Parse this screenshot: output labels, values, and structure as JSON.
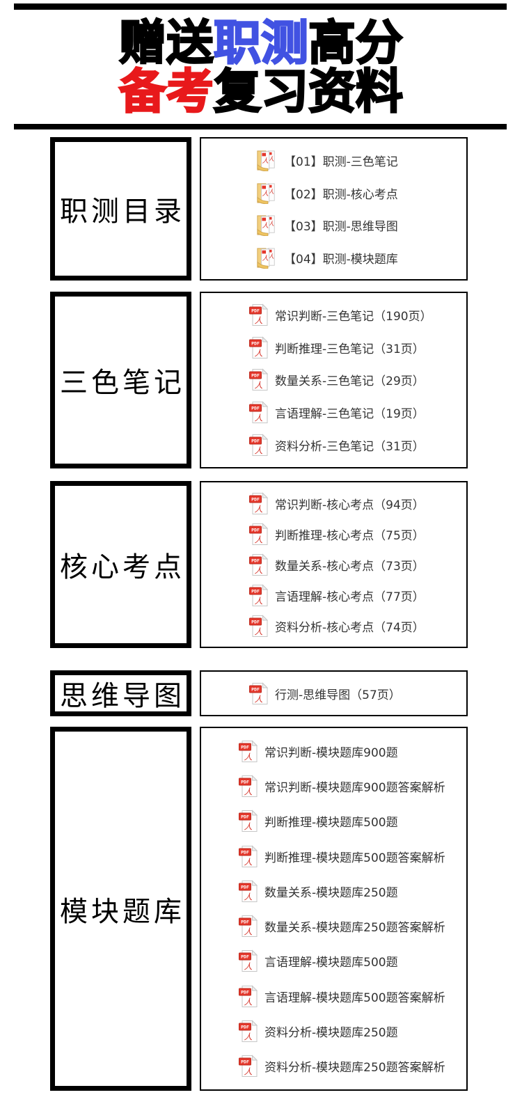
{
  "header": {
    "title_line1": [
      {
        "text": "赠送",
        "color": "#000000"
      },
      {
        "text": "职测",
        "color": "#4152e2"
      },
      {
        "text": "高分",
        "color": "#000000"
      }
    ],
    "title_line2": [
      {
        "text": "备考",
        "color": "#e8191b"
      },
      {
        "text": "复习资料",
        "color": "#000000"
      }
    ]
  },
  "colors": {
    "accent_blue": "#4152e2",
    "accent_red": "#e8191b",
    "frame_black": "#000000",
    "pdf_badge_red": "#e5372b"
  },
  "badges": {
    "pdf": "PDF"
  },
  "sections": [
    {
      "label": "职测目录",
      "icon": "folder-pdf-icon",
      "items": [
        "【01】职测-三色笔记",
        "【02】职测-核心考点",
        "【03】职测-思维导图",
        "【04】职测-模块题库"
      ]
    },
    {
      "label": "三色笔记",
      "icon": "pdf-icon",
      "items": [
        "常识判断-三色笔记（190页）",
        "判断推理-三色笔记（31页）",
        "数量关系-三色笔记（29页）",
        "言语理解-三色笔记（19页）",
        "资料分析-三色笔记（31页）"
      ]
    },
    {
      "label": "核心考点",
      "icon": "pdf-icon",
      "items": [
        "常识判断-核心考点（94页）",
        "判断推理-核心考点（75页）",
        "数量关系-核心考点（73页）",
        "言语理解-核心考点（77页）",
        "资料分析-核心考点（74页）"
      ]
    },
    {
      "label": "思维导图",
      "icon": "pdf-icon",
      "items": [
        "行测-思维导图（57页）"
      ]
    },
    {
      "label": "模块题库",
      "icon": "pdf-icon",
      "items": [
        "常识判断-模块题库900题",
        "常识判断-模块题库900题答案解析",
        "判断推理-模块题库500题",
        "判断推理-模块题库500题答案解析",
        "数量关系-模块题库250题",
        "数量关系-模块题库250题答案解析",
        "言语理解-模块题库500题",
        "言语理解-模块题库500题答案解析",
        "资料分析-模块题库250题",
        "资料分析-模块题库250题答案解析"
      ]
    }
  ]
}
